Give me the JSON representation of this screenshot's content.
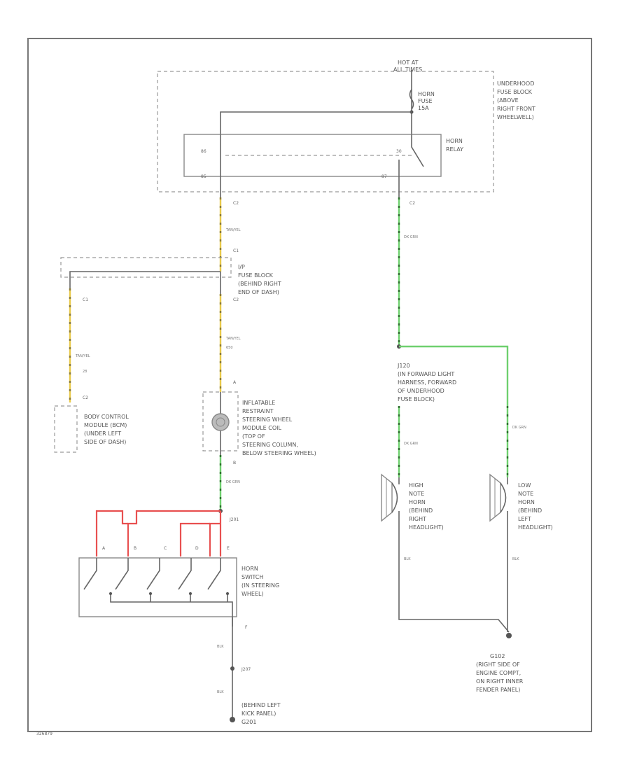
{
  "labels": {
    "hot_at_all_times": [
      "HOT AT",
      "ALL TIMES"
    ],
    "horn_fuse": [
      "HORN",
      "FUSE",
      "15A"
    ],
    "underhood_fuse_block": [
      "UNDERHOOD",
      "FUSE BLOCK",
      "(ABOVE",
      "RIGHT FRONT",
      "WHEELWELL)"
    ],
    "horn_relay": [
      "HORN",
      "RELAY"
    ],
    "ip_fuse_block": [
      "I/P",
      "FUSE BLOCK",
      "(BEHIND RIGHT",
      "END OF DASH)"
    ],
    "body_control_module": [
      "BODY CONTROL",
      "MODULE (BCM)",
      "(UNDER LEFT",
      "SIDE OF DASH)"
    ],
    "steering_wheel_coil": [
      "INFLATABLE",
      "RESTRAINT",
      "STEERING WHEEL",
      "MODULE COIL",
      "(TOP OF",
      "STEERING COLUMN,",
      "BELOW STEERING WHEEL)"
    ],
    "forward_light_splice": [
      "J120",
      "(IN FORWARD LIGHT",
      "HARNESS, FORWARD",
      "OF UNDERHOOD",
      "FUSE BLOCK)"
    ],
    "high_note_horn": [
      "HIGH",
      "NOTE",
      "HORN",
      "(BEHIND",
      "RIGHT",
      "HEADLIGHT)"
    ],
    "low_note_horn": [
      "LOW",
      "NOTE",
      "HORN",
      "(BEHIND",
      "LEFT",
      "HEADLIGHT)"
    ],
    "horn_switch": [
      "HORN",
      "SWITCH",
      "(IN STEERING",
      "WHEEL)"
    ],
    "right_ground": [
      "G102",
      "(RIGHT SIDE OF",
      "ENGINE COMPT,",
      "ON RIGHT INNER",
      "FENDER PANEL)"
    ],
    "left_ground": [
      "(BEHIND LEFT",
      "KICK PANEL)",
      "G201"
    ],
    "splice_j201": "J201",
    "splice_j207": "J207",
    "fig_id": "326879"
  },
  "pins": {
    "relay_86": "86",
    "relay_85": "85",
    "relay_30": "30",
    "relay_87": "87",
    "c2_left": "C2",
    "c2_right": "C2",
    "ip_top": "C1",
    "ip_bottom": "C2",
    "bcm_a": "C1",
    "bcm_b": "C2",
    "coil_top": "A",
    "coil_bottom": "B",
    "sw_1": "A",
    "sw_2": "B",
    "sw_3": "C",
    "sw_4": "D",
    "sw_5": "E",
    "sw_ground": "F"
  },
  "wires": {
    "yel_upper": "TAN/YEL",
    "yel_lower": "TAN/YEL",
    "bcm_wire": "TAN/YEL",
    "bcm_circuit": "28",
    "coil_wire": "DK GRN",
    "grn_upper": "DK GRN",
    "grn_left": "DK GRN",
    "grn_right": "DK GRN",
    "blk_right": "BLK",
    "blk_left": "BLK",
    "blk_sw_1": "BLK",
    "blk_sw_2": "BLK",
    "circ_650": "650"
  },
  "colors": {
    "wire_tan_yel": "#e8c94a",
    "wire_dk_grn": "#6ed06e",
    "wire_red": "#e85050",
    "wire_black": "#666666"
  }
}
